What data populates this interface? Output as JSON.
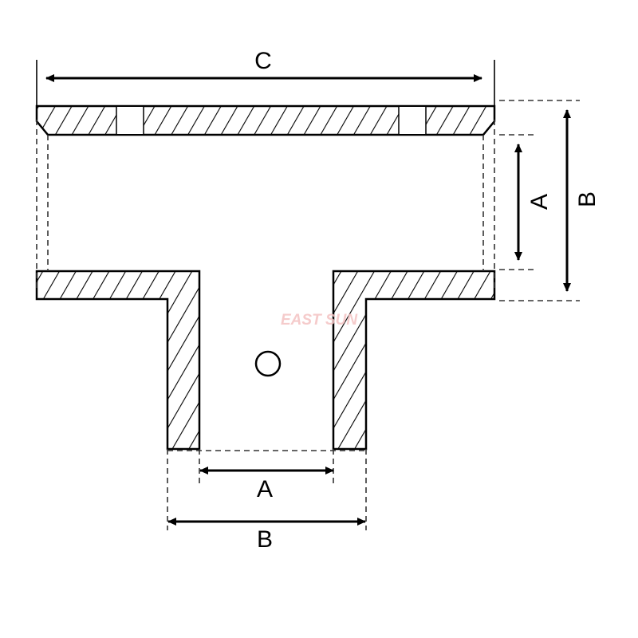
{
  "diagram": {
    "labels": {
      "overall_length": "C",
      "run_inner": "A",
      "run_outer": "B",
      "branch_inner": "A",
      "branch_outer": "B"
    },
    "watermark": "EAST SUN",
    "colors": {
      "line": "#000000",
      "dashed": "#333333",
      "watermark": "#f4c2c2",
      "background": "#ffffff"
    }
  }
}
